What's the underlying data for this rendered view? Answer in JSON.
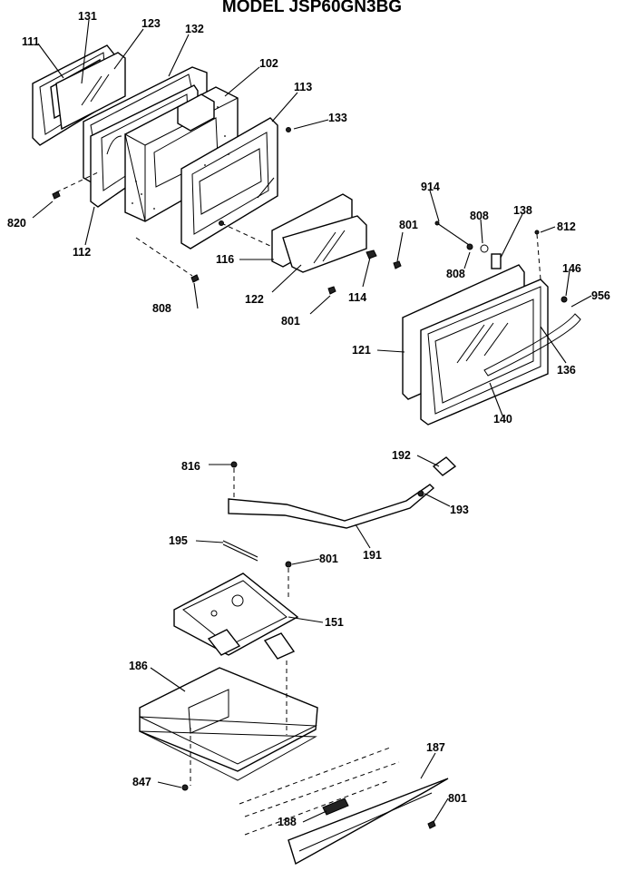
{
  "title": "MODEL JSP60GN3BG",
  "labels": {
    "p111": "111",
    "p131": "131",
    "p123": "123",
    "p132": "132",
    "p102": "102",
    "p113": "113",
    "p133": "133",
    "p820": "820",
    "p112": "112",
    "p914": "914",
    "p808a": "808",
    "p138": "138",
    "p812": "812",
    "p801a": "801",
    "p116": "116",
    "p808b": "808",
    "p808c": "808",
    "p146": "146",
    "p956": "956",
    "p122": "122",
    "p114": "114",
    "p801b": "801",
    "p121": "121",
    "p136": "136",
    "p140": "140",
    "p816": "816",
    "p192": "192",
    "p193": "193",
    "p195": "195",
    "p801c": "801",
    "p191": "191",
    "p151": "151",
    "p186": "186",
    "p187": "187",
    "p801d": "801",
    "p847": "847",
    "p188": "188"
  }
}
